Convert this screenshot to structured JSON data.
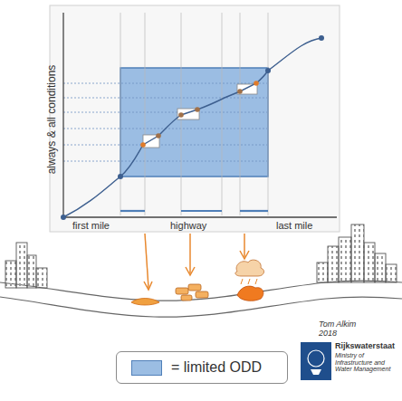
{
  "diagram": {
    "labels": [
      "always & all conditions",
      "first mile",
      "highway",
      "last mile",
      "Tom Alkim 2018",
      "Rijkswaterstaat",
      "Ministry of Infrastructure and Water Management"
    ],
    "legend": [
      {
        "text": "= limited ODD",
        "color": "#9bbde3"
      }
    ]
  }
}
